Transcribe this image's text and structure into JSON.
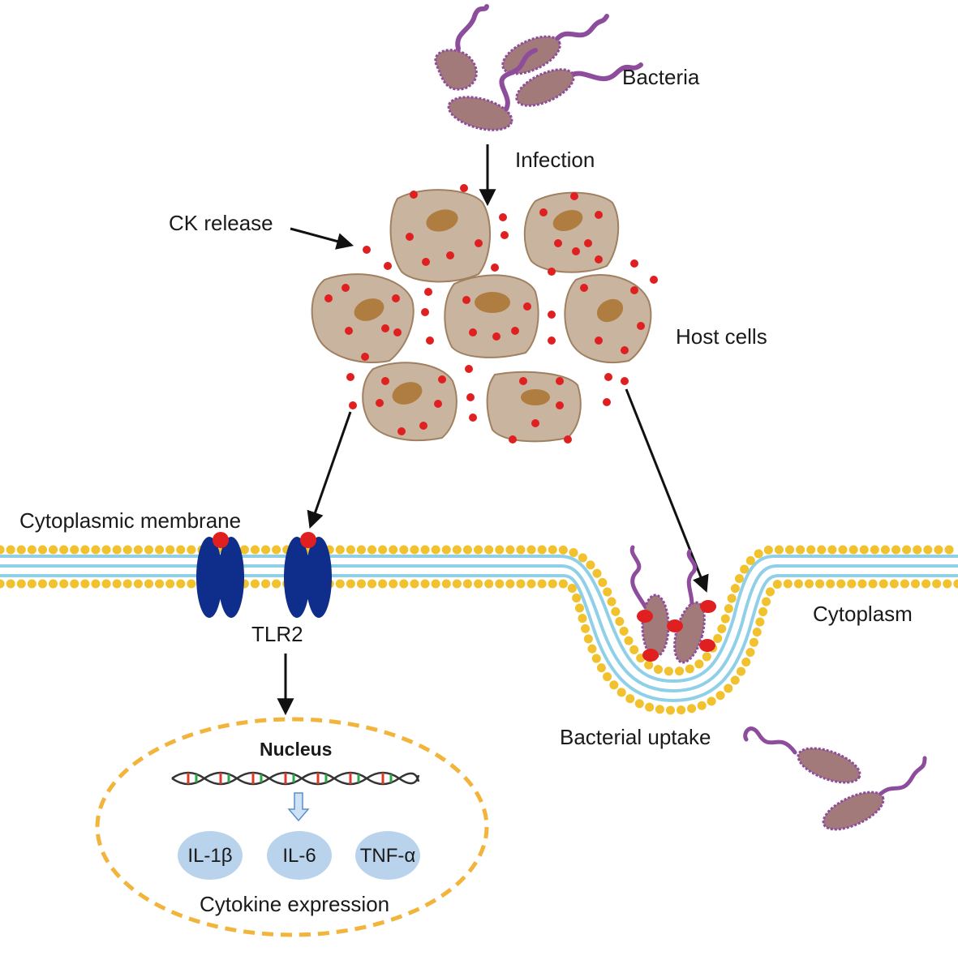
{
  "labels": {
    "bacteria": "Bacteria",
    "infection": "Infection",
    "ck_release": "CK release",
    "host_cells": "Host cells",
    "cytoplasmic_membrane": "Cytoplasmic membrane",
    "tlr2": "TLR2",
    "cytoplasm": "Cytoplasm",
    "bacterial_uptake": "Bacterial uptake",
    "nucleus": "Nucleus",
    "cytokine_expression": "Cytokine expression"
  },
  "cytokines": [
    "IL-1β",
    "IL-6",
    "TNF-α"
  ],
  "colors": {
    "bacteria_body": "#a37a7a",
    "bacteria_flagellum": "#8e4d9c",
    "host_cell": "#c9b49f",
    "host_cell_border": "#a08060",
    "nucleus_organelle": "#b07d40",
    "ck_dot": "#e02020",
    "receptor": "#0f2d8a",
    "lipid_head": "#f2c12e",
    "lipid_tail": "#8fd0e8",
    "cytokine_bubble": "#b9d3ec",
    "nucleus_border": "#f2b43a",
    "arrow": "#111111"
  },
  "icons": [
    "bacterium-icon",
    "host-cell-icon",
    "tlr2-receptor-icon",
    "dna-helix-icon",
    "lipid-bilayer-icon"
  ]
}
